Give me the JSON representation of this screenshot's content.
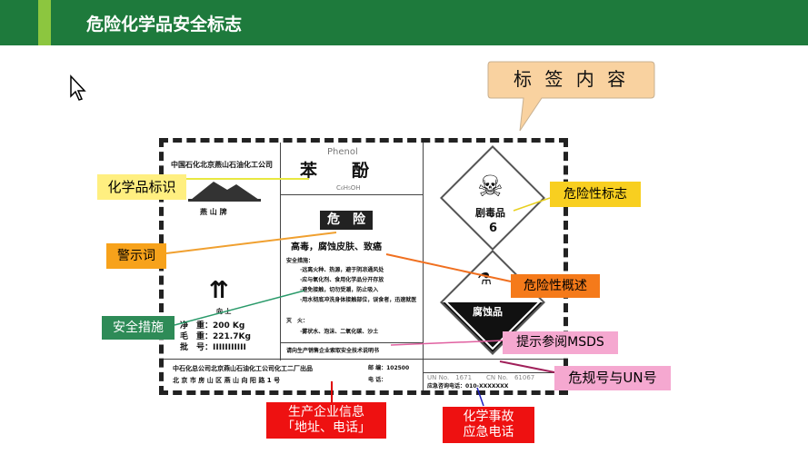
{
  "header": {
    "title": "危险化学品安全标志"
  },
  "bubble": "标 签 内 容",
  "label": {
    "company": "中国石化北京燕山石油化工公司",
    "brand": "燕 山 牌",
    "english_name": "Phenol",
    "chinese_name": "苯　　酚",
    "formula": "C₆H₅OH",
    "signal_word": "危　险",
    "hazard_summary": "高毒，腐蚀皮肤、致癌",
    "safety_title": "安全措施：",
    "safety_items": [
      "·远离火种、热源，避于阴凉通风处",
      "·应与氧化剂、食用化学品分开存放",
      "·避免接触，切勿受潮，防止吸入",
      "·用水彻底冲洗身体接触部位，误食者，迅速就医"
    ],
    "fire_title": "灭　火：",
    "fire_item": "·雾状水、泡沫、二氧化碳、沙土",
    "msds_note": "请向生产销售企业索取安全技术说明书",
    "up_arrow_text": "向 上",
    "net_weight": "净　重：200 Kg",
    "gross_weight": "毛　重：221.7Kg",
    "batch": "批　号：IIIIIIIIIII",
    "manufacturer": "中石化总公司北京燕山石油化工公司化工二厂出品",
    "address": "北 京 市 房 山 区 燕 山 向 阳 路 1 号",
    "postcode": "邮 编：102500",
    "phone": "电 话：",
    "un_no": "UN No.　1671",
    "cn_no": "CN No.　61067",
    "emergency_phone": "应急咨询电话：010-XXXXXXX",
    "toxic_sign": "剧毒品",
    "toxic_class": "6",
    "corrosive_sign": "腐蚀品"
  },
  "callouts": {
    "chem_id": "化学品标识",
    "signal": "警示词",
    "safety": "安全措施",
    "hazard_sign": "危险性标志",
    "hazard_desc": "危险性概述",
    "msds": "提示参阅MSDS",
    "un": "危规号与UN号",
    "producer": "生产企业信息「地址、电话」",
    "emergency": "化学事故应急电话"
  },
  "colors": {
    "header": "#1e7a3c",
    "accent": "#8cc63f"
  }
}
